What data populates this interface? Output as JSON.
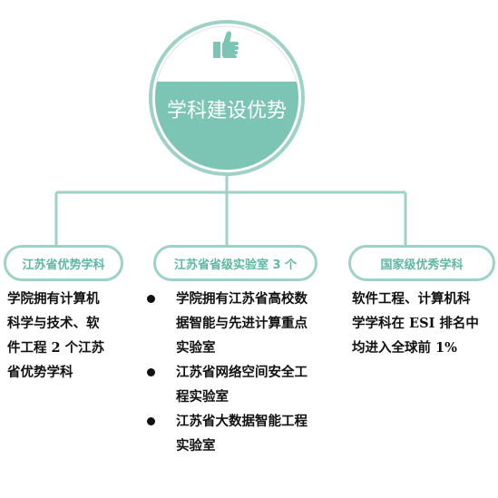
{
  "header": {
    "title": "学科建设优势",
    "icon": "thumbs-up-icon"
  },
  "colors": {
    "accent": "#7cc5b4",
    "accent_light": "#9fd2c6",
    "text_accent": "#5eb7a4",
    "body_text": "#111111"
  },
  "branches": [
    {
      "label": "江苏省优势学科",
      "lines": [
        "学院拥有计算机",
        "科学与技术、软",
        "件工程 2 个江苏",
        "省优势学科"
      ]
    },
    {
      "label": "江苏省省级实验室 3 个",
      "bullets": [
        [
          "学院拥有江苏省高校数",
          "据智能与先进计算重点",
          "实验室"
        ],
        [
          "江苏省网络空间安全工",
          "程实验室"
        ],
        [
          "江苏省大数据智能工程",
          "实验室"
        ]
      ]
    },
    {
      "label": "国家级优秀学科",
      "lines": [
        "软件工程、计算机科",
        "学学科在 ESI 排名中",
        "均进入全球前 1%"
      ]
    }
  ]
}
